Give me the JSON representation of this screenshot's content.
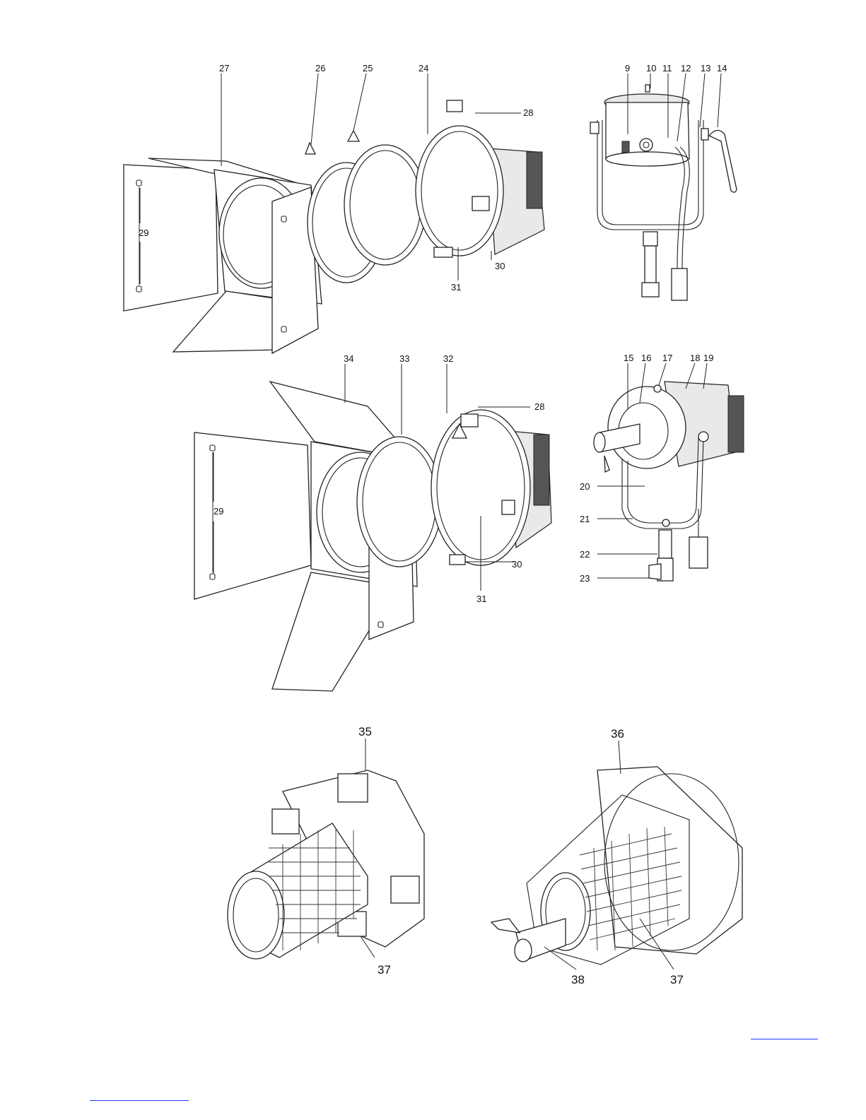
{
  "diagram": {
    "callouts": {
      "c9": "9",
      "c10": "10",
      "c11": "11",
      "c12": "12",
      "c13": "13",
      "c14": "14",
      "c15": "15",
      "c16": "16",
      "c17": "17",
      "c18": "18",
      "c19": "19",
      "c20": "20",
      "c21": "21",
      "c22": "22",
      "c23": "23",
      "c24": "24",
      "c25": "25",
      "c26": "26",
      "c27": "27",
      "c28a": "28",
      "c29a": "29",
      "c30a": "30",
      "c31a": "31",
      "c28b": "28",
      "c29b": "29",
      "c30b": "30",
      "c31b": "31",
      "c32": "32",
      "c33": "33",
      "c34": "34",
      "c35": "35",
      "c36": "36",
      "c37a": "37",
      "c37b": "37",
      "c38": "38"
    }
  },
  "footer": {
    "link_color": "#1a3cff"
  }
}
